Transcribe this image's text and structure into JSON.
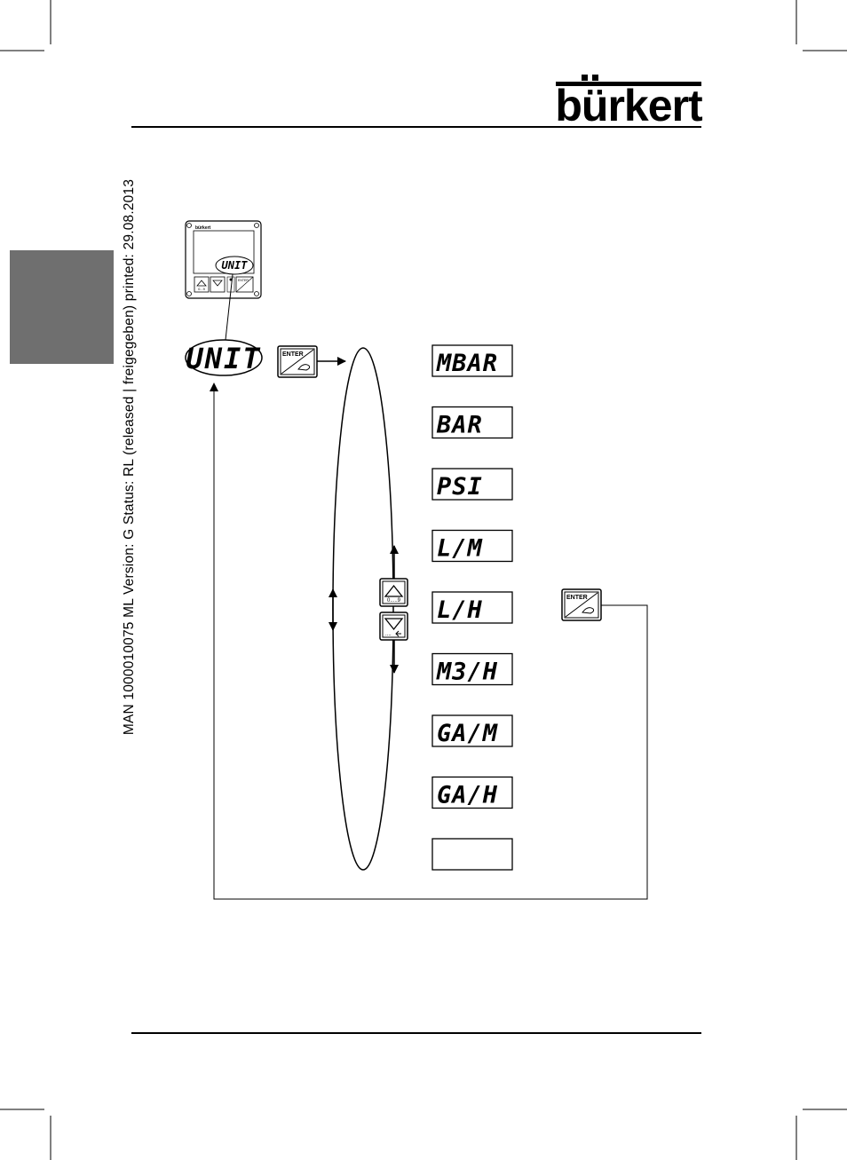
{
  "brand": {
    "logo_text": "bürkert"
  },
  "sidebar": {
    "document_status": "MAN 1000010075  ML  Version: G  Status: RL (released | freigegeben)  printed: 29.08.2013"
  },
  "device": {
    "display_text": "UNIT",
    "brand_label": "bürkert",
    "up_key_label": "0...9",
    "enter_key_label": "ENTER"
  },
  "flow": {
    "entry_label": "UNIT",
    "enter_key_label": "ENTER",
    "up_key_label": "0.....9",
    "down_key_label": "....",
    "confirm_key_label": "ENTER"
  },
  "units": [
    "MBAR",
    "BAR",
    "PSI",
    "L/M",
    "L/H",
    "M3/H",
    "GA/M",
    "GA/H",
    ""
  ]
}
